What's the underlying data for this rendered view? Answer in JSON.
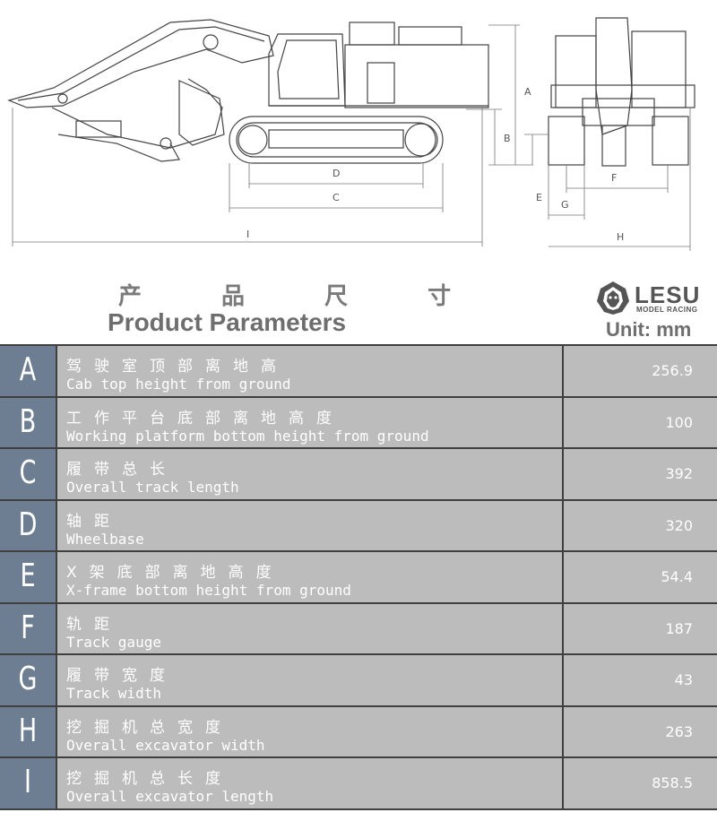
{
  "drawing": {
    "dim_labels": {
      "A": "A",
      "B": "B",
      "C": "C",
      "D": "D",
      "E": "E",
      "F": "F",
      "G": "G",
      "H": "H",
      "I": "I"
    }
  },
  "header": {
    "title_cn": "产 品 尺 寸",
    "title_en": "Product Parameters",
    "unit": "Unit: mm"
  },
  "brand": {
    "name": "LESU",
    "sub": "MODEL RACING",
    "icon": "lion-head-icon"
  },
  "colors": {
    "letter_bg": "#6e7e92",
    "row_bg": "#bcbcbc",
    "border": "#3f3f3f",
    "text": "#ffffff"
  },
  "params": [
    {
      "letter": "A",
      "cn": "驾驶室顶部离地高",
      "en": "Cab top height from ground",
      "value": "256.9"
    },
    {
      "letter": "B",
      "cn": "工作平台底部离地高度",
      "en": "Working platform bottom height from ground",
      "value": "100"
    },
    {
      "letter": "C",
      "cn": "履带总长",
      "en": "Overall track length",
      "value": "392"
    },
    {
      "letter": "D",
      "cn": "轴距",
      "en": "Wheelbase",
      "value": "320"
    },
    {
      "letter": "E",
      "cn": "X架底部离地高度",
      "en": "X-frame bottom height from ground",
      "value": "54.4"
    },
    {
      "letter": "F",
      "cn": "轨距",
      "en": "Track gauge",
      "value": "187"
    },
    {
      "letter": "G",
      "cn": "履带宽度",
      "en": "Track width",
      "value": "43"
    },
    {
      "letter": "H",
      "cn": "挖掘机总宽度",
      "en": "Overall excavator width",
      "value": "263"
    },
    {
      "letter": "I",
      "cn": "挖掘机总长度",
      "en": "Overall excavator length",
      "value": "858.5"
    }
  ]
}
